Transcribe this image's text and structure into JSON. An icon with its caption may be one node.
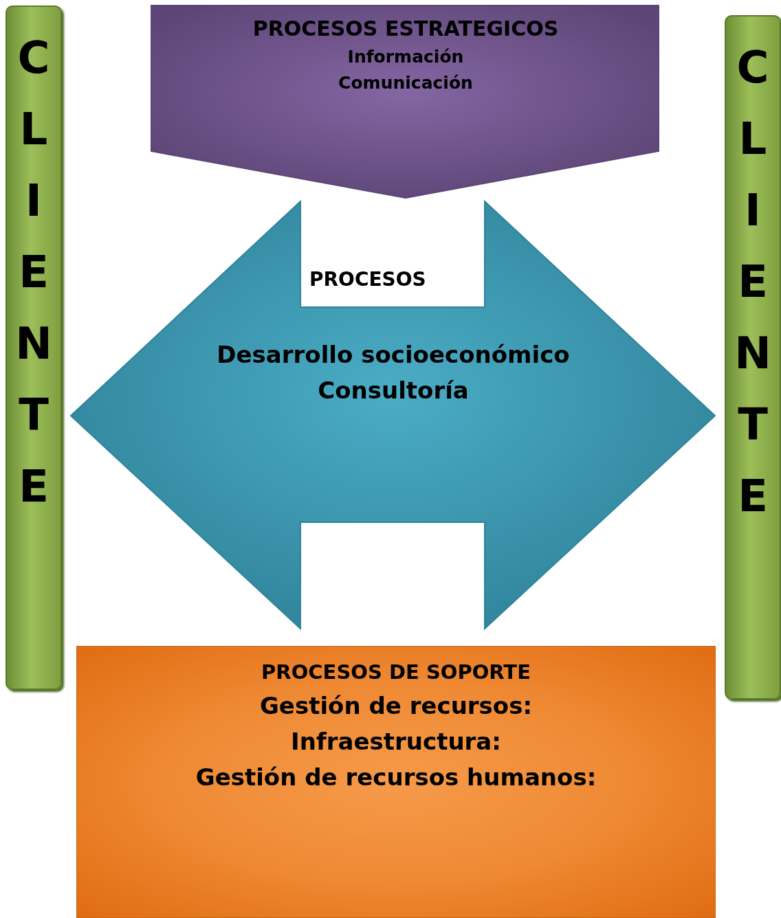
{
  "diagram": {
    "nodes": [
      {
        "text": [
          "CLIENTE"
        ]
      },
      {
        "text": [
          "PROCESOS ESTRATEGICOS",
          "Información",
          "Comunicación"
        ]
      },
      {
        "text": [
          "PROCESOS",
          "Desarrollo socioeconómico",
          "Consultoría"
        ]
      },
      {
        "text": [
          "PROCESOS DE SOPORTE",
          "Gestión de recursos:",
          "Infraestructura:",
          "Gestión de recursos humanos:"
        ]
      },
      {
        "text": [
          "CLIENTE"
        ]
      }
    ]
  }
}
